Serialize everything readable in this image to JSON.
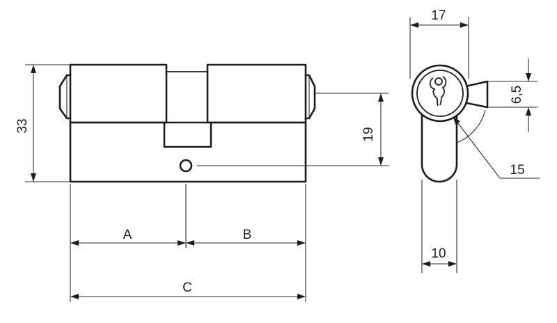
{
  "labels": {
    "height_total": "33",
    "cam_offset": "19",
    "segment_a": "A",
    "segment_b": "B",
    "length_c": "C",
    "front_width": "17",
    "cam_thickness": "6,5",
    "cam_radius": "15",
    "body_width": "10"
  }
}
